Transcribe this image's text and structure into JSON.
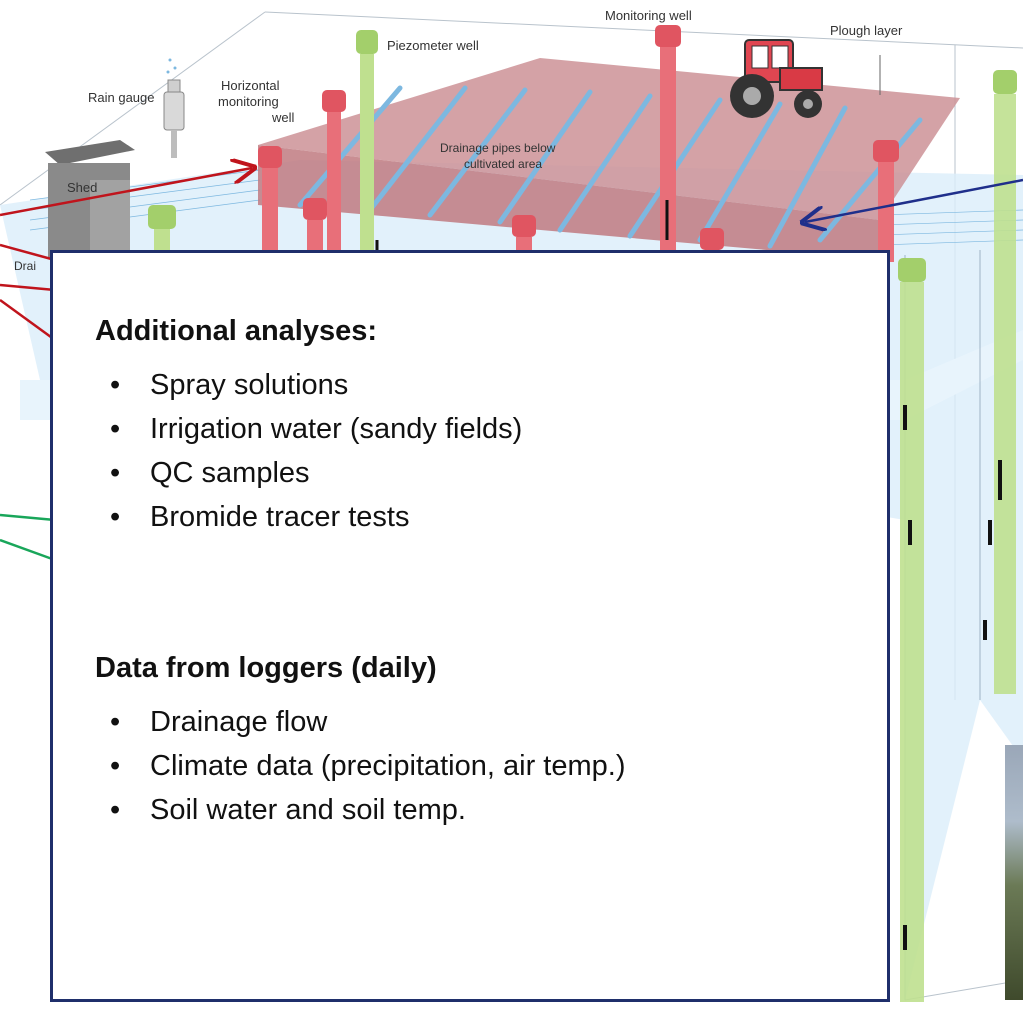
{
  "diagram": {
    "labels": {
      "monitoring_well": "Monitoring well",
      "plough_layer": "Plough layer",
      "piezometer_well": "Piezometer well",
      "rain_gauge": "Rain gauge",
      "horizontal_monitoring_well": [
        "Horizontal",
        "monitoring",
        "well"
      ],
      "drainage_pipes": [
        "Drainage pipes below",
        "cultivated area"
      ],
      "shed": "Shed",
      "drain_fragment": "Drai"
    },
    "colors": {
      "red_well": "#e05561",
      "green_well": "#a3cf6b",
      "soil_top": "#c98a8f",
      "groundwater": "#dbeefa",
      "drain_pipe": "#7db8e0",
      "red_arrow": "#c0141c",
      "blue_arrow": "#1f2f8b",
      "green_line": "#19a65a",
      "box_border": "#1f2f6b"
    }
  },
  "info_box": {
    "section1_title": "Additional analyses:",
    "section1_items": [
      "Spray solutions",
      "Irrigation water (sandy fields)",
      "QC samples",
      "Bromide tracer tests"
    ],
    "section2_title": "Data from loggers (daily)",
    "section2_items": [
      "Drainage flow",
      "Climate data (precipitation, air temp.)",
      "Soil water and soil temp."
    ],
    "bullet": "•"
  }
}
